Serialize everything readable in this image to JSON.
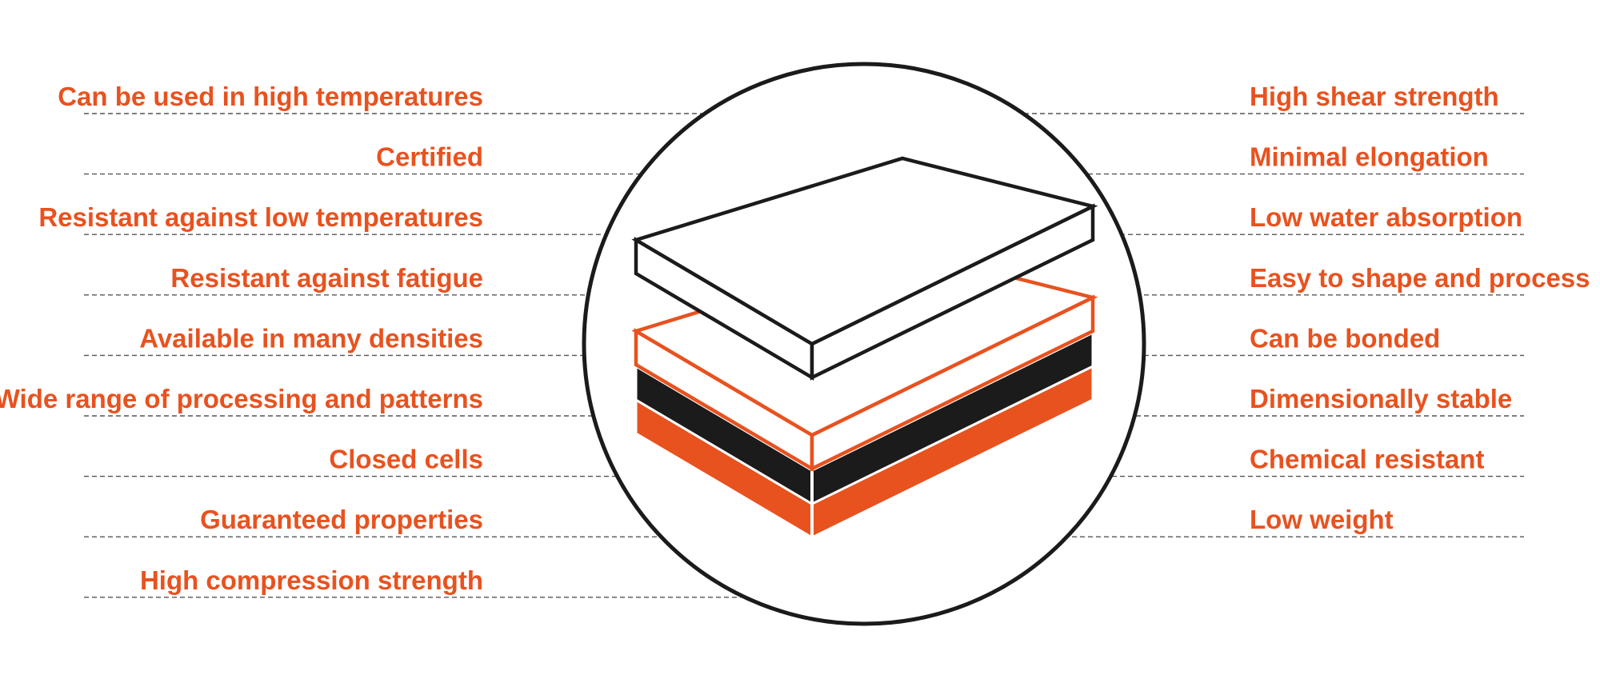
{
  "colors": {
    "accent": "#E8521F",
    "ink": "#1b1b1b",
    "guide": "#555555",
    "background": "#ffffff"
  },
  "left_features": [
    "Can be used in high temperatures",
    "Certified",
    "Resistant against low temperatures",
    "Resistant against fatigue",
    "Available in many densities",
    "Wide range of processing and patterns",
    "Closed cells",
    "Guaranteed properties",
    "High compression strength"
  ],
  "right_features": [
    "High shear strength",
    "Minimal elongation",
    "Low water absorption",
    "Easy to shape and process",
    "Can be bonded",
    "Dimensionally stable",
    "Chemical resistant",
    "Low weight"
  ],
  "layers": [
    {
      "name": "layer-orange-solid",
      "style": "solid",
      "color": "#E8521F"
    },
    {
      "name": "layer-black-solid",
      "style": "solid",
      "color": "#1b1b1b"
    },
    {
      "name": "layer-orange-outline",
      "style": "outline",
      "color": "#E8521F"
    },
    {
      "name": "layer-white-outline",
      "style": "outline",
      "color": "#1b1b1b"
    }
  ]
}
